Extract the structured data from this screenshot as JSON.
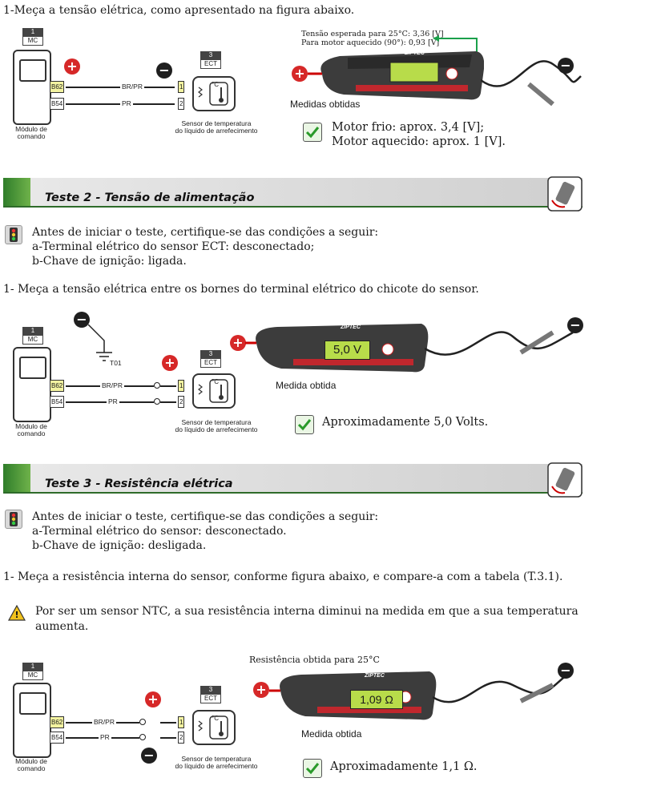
{
  "step1": {
    "instruction": "1-Meça a tensão elétrica,  como apresentado na figura abaixo.",
    "expected_line1": "Tensão esperada para 25°C:  3,36 [V]",
    "expected_line2": "Para motor aquecido (90°):  0,93 [V]",
    "measured_label": "Medidas obtidas",
    "result_line1": "Motor frio: aprox. 3,4 [V];",
    "result_line2": "Motor aquecido: aprox. 1 [V]."
  },
  "diagram": {
    "mc_num": "1",
    "mc_name": "MC",
    "module_caption_1": "Módulo de",
    "module_caption_2": "comando",
    "ect_num": "3",
    "ect_name": "ECT",
    "pin_b62": "B62",
    "pin_b54": "B54",
    "wire_brpr": "BR/PR",
    "wire_pr": "PR",
    "pin1": "1",
    "pin2": "2",
    "sensor_caption_1": "Sensor de temperatura",
    "sensor_caption_2": "do líquido de arrefecimento",
    "ground": "T01",
    "celsius": "°C",
    "plus": "+",
    "minus": "−",
    "brand": "ZIPTEC"
  },
  "test2": {
    "title": "Teste 2 - Tensão de alimentação",
    "intro": "Antes de iniciar o teste, certifique-se das condições a seguir:",
    "cond_a": "a-Terminal elétrico do sensor ECT: desconectado;",
    "cond_b": "b-Chave de ignição: ligada.",
    "instruction": "1- Meça a tensão elétrica entre os bornes do terminal elétrico do chicote do sensor.",
    "display": "5,0 V",
    "measured_label": "Medida obtida",
    "result": "Aproximadamente 5,0 Volts."
  },
  "test3": {
    "title": "Teste 3 - Resistência elétrica",
    "intro": "Antes de iniciar o teste, certifique-se das condições a seguir:",
    "cond_a": "a-Terminal elétrico do sensor: desconectado.",
    "cond_b": "b-Chave de ignição: desligada.",
    "instruction": "1- Meça a resistência interna do sensor, conforme figura abaixo, e compare-a com a tabela (T.3.1).",
    "warning_line1": "Por ser um sensor NTC, a sua resistência interna diminui na medida em que a sua temperatura",
    "warning_line2": "aumenta.",
    "obtained_label": "Resistência obtida para 25°C",
    "display": "1,09 Ω",
    "measured_label": "Medida obtida",
    "result": "Aproximadamente 1,1 Ω."
  }
}
